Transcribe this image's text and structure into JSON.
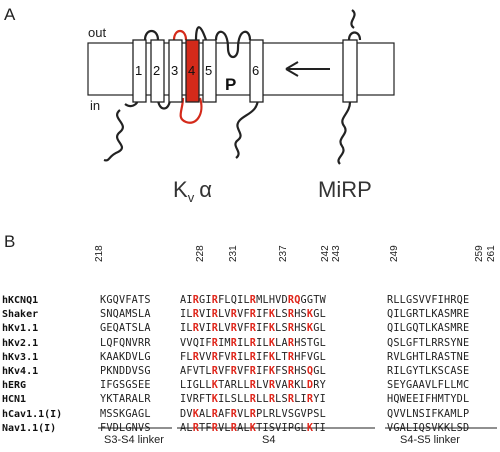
{
  "panel_a": {
    "label": "A",
    "out_label": "out",
    "in_label": "in",
    "segments": [
      "1",
      "2",
      "3",
      "4",
      "5",
      "6"
    ],
    "pore_label": "P",
    "kv_label": "K",
    "kv_sub": "v",
    "kv_alpha": "α",
    "mirp_label": "MiRP",
    "colors": {
      "s4_fill": "#d42a1a",
      "s4_loop": "#d42a1a",
      "outline": "#222222"
    }
  },
  "panel_b": {
    "label": "B",
    "positions": [
      "218",
      "228",
      "231",
      "237",
      "242",
      "243",
      "249",
      "259",
      "261"
    ],
    "sequences": [
      {
        "name": "hKCNQ1",
        "seg1": "KGQVFATS",
        "seg2": "AIRGIRFLQILRMLHVDRQGGTW",
        "seg3": "RLLGSVVFIHRQE"
      },
      {
        "name": "Shaker",
        "seg1": "SNQAMSLA",
        "seg2": "ILRVIRLVRVFRIFKLSRHSKGL",
        "seg3": "QILGRTLKASMRE"
      },
      {
        "name": "hKv1.1",
        "seg1": "GEQATSLA",
        "seg2": "ILRVIRLVRVFRIFKLSRHSKGL",
        "seg3": "QILGQTLKASMRE"
      },
      {
        "name": "hKv2.1",
        "seg1": "LQFQNVRR",
        "seg2": "VVQIFRIMRILRILKLARHSTGL",
        "seg3": "QSLGFTLRRSYNE"
      },
      {
        "name": "hKv3.1",
        "seg1": "KAAKDVLG",
        "seg2": "FLRVVRFVRILRIFKLTRHFVGL",
        "seg3": "RVLGHTLRASTNE"
      },
      {
        "name": "hKv4.1",
        "seg1": "PKNDDVSG",
        "seg2": "AFVTLRVFRVFRIFKFSRHSQGL",
        "seg3": "RILGYTLKSCASE"
      },
      {
        "name": "hERG",
        "seg1": "IFGSGSEE",
        "seg2": "LIGLLKTARLLRLVRVARKLDRY",
        "seg3": "SEYGAAVLFLLMC"
      },
      {
        "name": "HCN1",
        "seg1": "YKTARALR",
        "seg2": "IVRFTKILSLLRLLRLSRLIRYI",
        "seg3": "HQWEEIFHMTYDL"
      },
      {
        "name": "hCav1.1(I)",
        "seg1": "MSSKGAGL",
        "seg2": "DVKALRAFRVLRPLRLVSGVPSL",
        "seg3": "QVVLNSIFKAMLP"
      },
      {
        "name": "Nav1.1(I)",
        "seg1": "FVDLGNVS",
        "seg2": "ALRTFRVLRALKTISVIPGLKTI",
        "seg3": "VGALIQSVKKLSD"
      }
    ],
    "region_labels": [
      "S3-S4 linker",
      "S4",
      "S4-S5 linker"
    ],
    "highlight_color": "#e0261b"
  }
}
